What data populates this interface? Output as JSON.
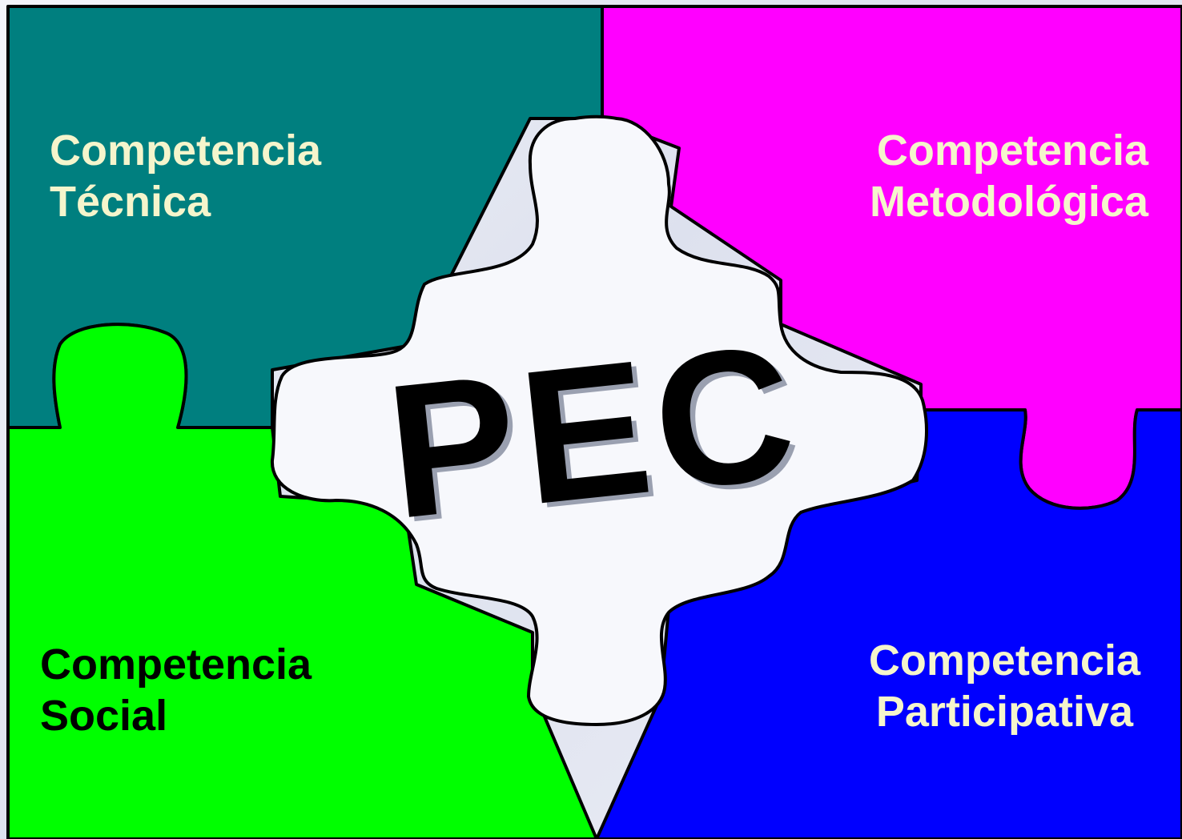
{
  "pieces": {
    "technical": {
      "line1": "Competencia",
      "line2": "Técnica",
      "fill": "#007f7f",
      "text_color": "#f5f5cc"
    },
    "methodological": {
      "line1": "Competencia",
      "line2": "Metodológica",
      "fill": "#ff00ff",
      "text_color": "#f5f5cc"
    },
    "social": {
      "line1": "Competencia",
      "line2": "Social",
      "fill": "#00ff00",
      "text_color": "#000000"
    },
    "participative": {
      "line1": "Competencia",
      "line2": "Participativa",
      "fill": "#0000ff",
      "text_color": "#f5f5cc"
    }
  },
  "center": {
    "title": "PEC",
    "fill": "#f7f8fc",
    "text_color": "#000000"
  },
  "outline_color": "#000000"
}
